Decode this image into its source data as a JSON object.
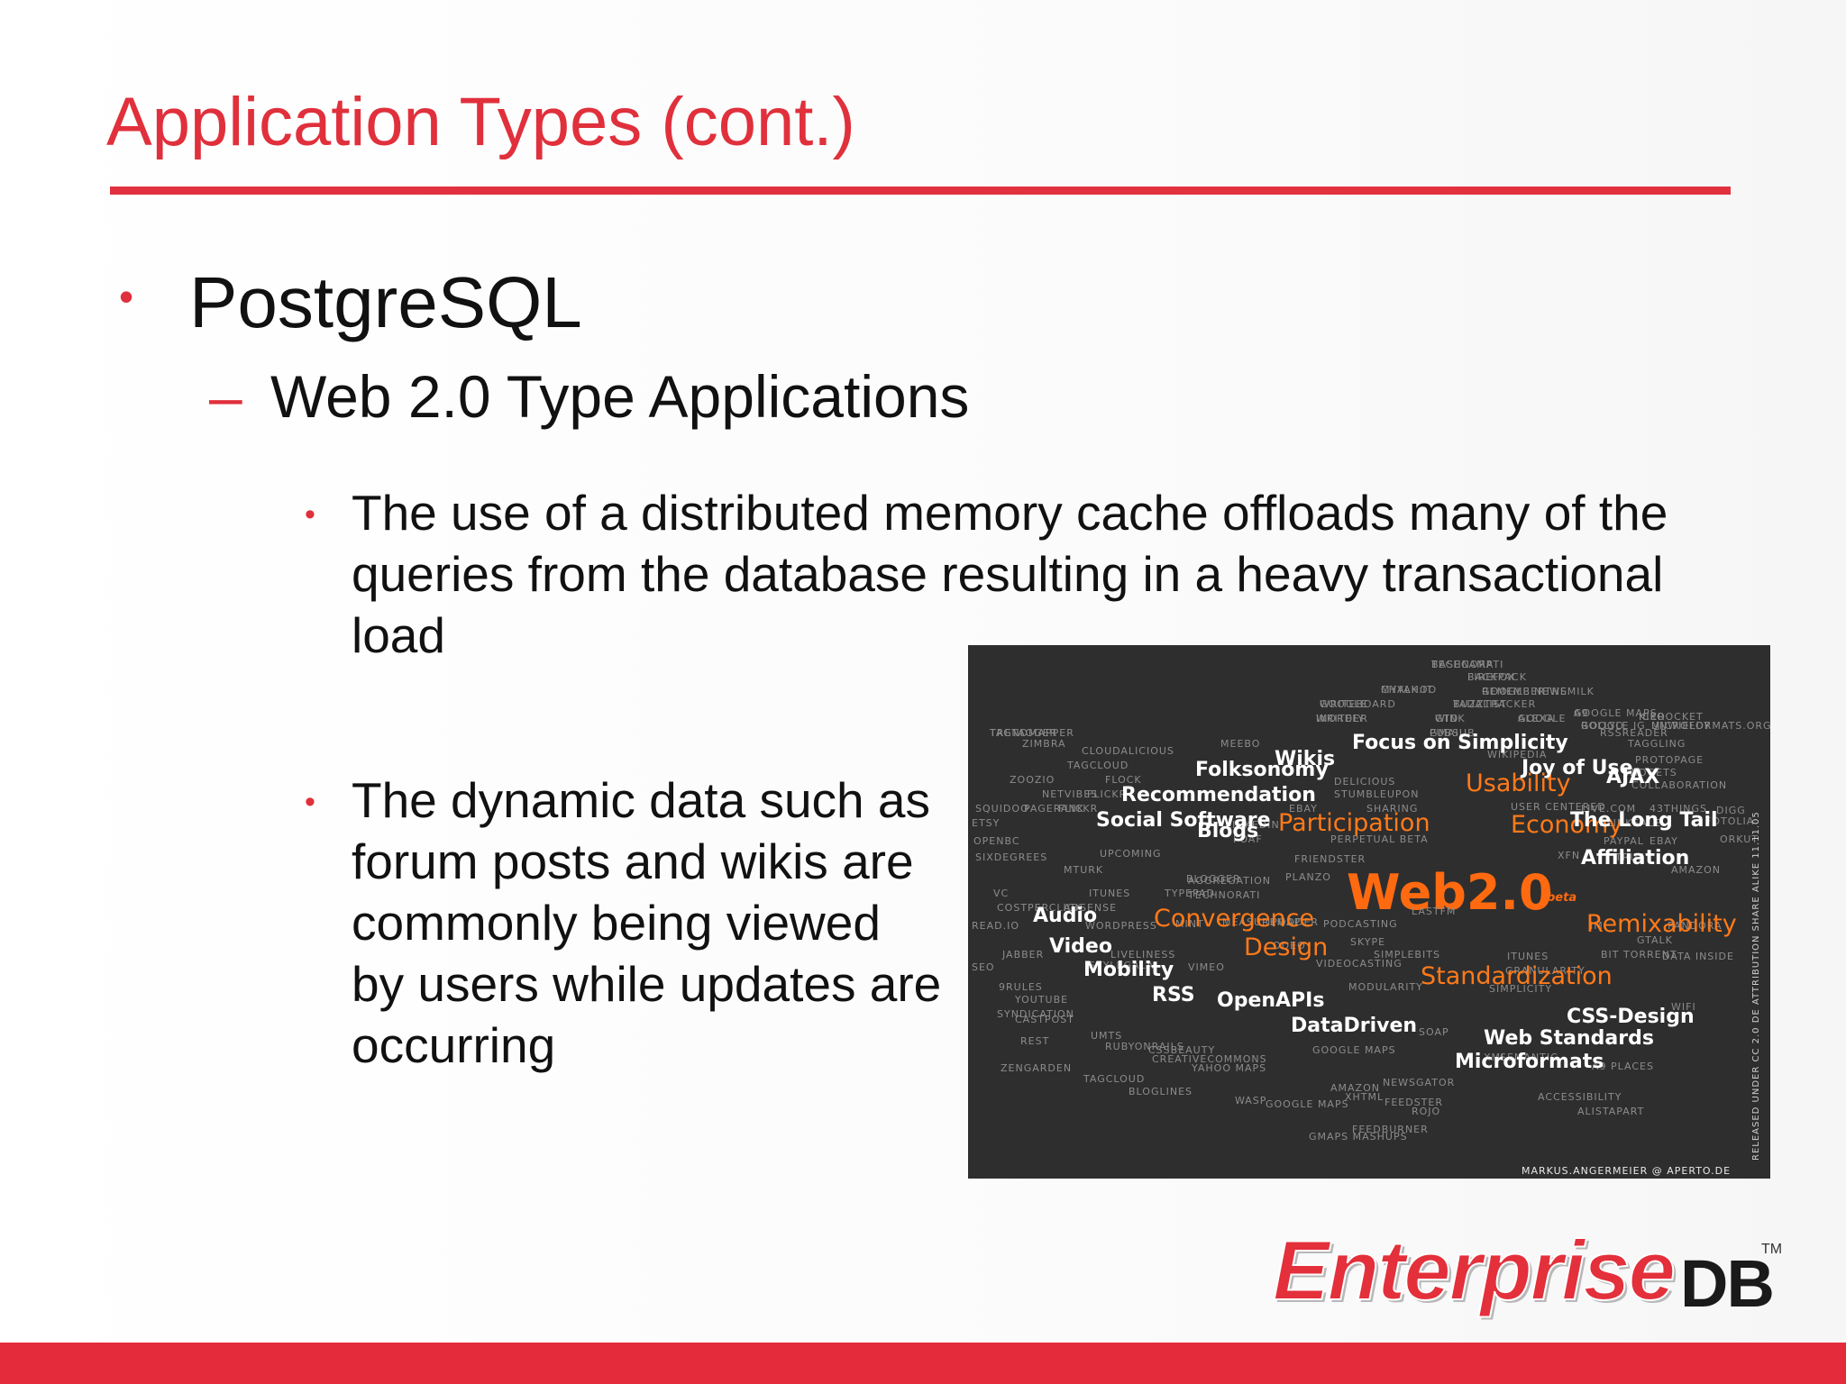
{
  "slide": {
    "title": "Application Types (cont.)",
    "bullet_1": "PostgreSQL",
    "bullet_2_marker": "–",
    "bullet_2": "Web 2.0 Type Applications",
    "bullet_3a": "The use of a distributed memory cache offloads many of the queries from the database resulting in a heavy transactional load",
    "bullet_3b": "The dynamic data such as forum posts and wikis are commonly being viewed by users while updates are occurring",
    "bullet_glyph": "•"
  },
  "cloud": {
    "words_large": [
      "Focus on Simplicity",
      "Wikis",
      "Joy of Use",
      "Folksonomy",
      "AJAX",
      "Recommendation",
      "Social Software",
      "The Long Tail",
      "Blogs",
      "Affiliation",
      "Audio",
      "Video",
      "Mobility",
      "RSS",
      "OpenAPIs",
      "DataDriven",
      "CSS-Design",
      "Web Standards",
      "Microformats"
    ],
    "words_orange": [
      "Usability",
      "Participation",
      "Economy",
      "Convergence",
      "Remixability",
      "Design",
      "Standardization"
    ],
    "center": "Web2.0",
    "center_tag": "beta",
    "words_small": [
      "BASECAMP",
      "BACKPACK",
      "CHALK.IT",
      "REMEMBERTHEMILK",
      "WRITEBOARD",
      "TADALIST",
      "GOOGLE MAPS",
      "KIKO",
      "WRITELY",
      "GTD",
      "GOOGLE",
      "GOOGLE IG",
      "UNWIELDY",
      "TAGTAGGER",
      "GMAIL",
      "RSSREADER",
      "ZIMBRA",
      "MEEBO",
      "TAGGLING",
      "CLOUDALICIOUS",
      "WIKIPEDIA",
      "PROTOPAGE",
      "TAGCLOUD",
      "WIDGETS",
      "ZOOZIO",
      "FLOCK",
      "DELICIOUS",
      "COLLABORATION",
      "NETVIBES",
      "STUMBLEUPON",
      "FLICKR",
      "SHARING",
      "LIVE.COM",
      "43THINGS",
      "DIGG",
      "SQUIDOO",
      "PAGERANK",
      "FLICKR",
      "EBAY",
      "USER CENTERED",
      "BLINKSALE",
      "FOTOLIA",
      "ETSY",
      "OPENBC",
      "LINKEDIN",
      "FOAF",
      "PERPETUAL BETA",
      "PAYPAL",
      "EBAY",
      "ORKUT",
      "SIXDEGREES",
      "UPCOMING",
      "FRIENDSTER",
      "XFN",
      "TRUST",
      "AMAZON",
      "MTURK",
      "PLANZO",
      "BLOGGER",
      "AGGREGATION",
      "VC",
      "ITUNES",
      "TYPEPAD",
      "TECHNORATI",
      "COSTPERCLICK",
      "ADSENSE",
      "LASTFM",
      "READ.IO",
      "WORDPRESS",
      "MINT",
      "MEASUREMAP",
      "IPODDER",
      "PODCASTING",
      "IM",
      "PANDORA",
      "ODEO",
      "SKYPE",
      "GTALK",
      "JABBER",
      "LIVELINESS",
      "SIMPLEBITS",
      "ITUNES",
      "BIT TORRENT",
      "DATA INSIDE",
      "SEO",
      "STYLEGALA",
      "VIMEO",
      "VIDEOCASTING",
      "GRANULARITY",
      "MODULARITY",
      "SIMPLICITY",
      "9RULES",
      "YOUTUBE",
      "WIFI",
      "SYNDICATION",
      "CASTPOST",
      "UMTS",
      "SOAP",
      "REST",
      "RUBYONRAILS",
      "CSSBEAUTY",
      "GOOGLE MAPS",
      "XML",
      "CREATIVECOMMONS",
      "A9 PLACES",
      "ZENGARDEN",
      "YAHOO MAPS",
      "TAGCLOUD",
      "SEMANTIC",
      "NEWSGATOR",
      "BLOGLINES",
      "AMAZON",
      "XHTML",
      "ACCESSIBILITY",
      "WASP",
      "FEEDSTER",
      "ROJO",
      "GOOGLE MAPS",
      "ALISTAPART",
      "FEEDBURNER",
      "GMAPS MASHUPS",
      "TECHNORATI",
      "FIREFOX",
      "MYYAHOO",
      "GOOGLE NEWS",
      "GOOGLE",
      "BUZZTRACKER",
      "A9",
      "ICEROCKET",
      "INORDER",
      "WINK",
      "ALEXA",
      "ROLLYO",
      "MICROFORMATS.ORG",
      "TRENDMAPPER",
      "PUBSUB"
    ],
    "credit": "MARKUS.ANGERMEIER @ APERTO.DE",
    "license": "RELEASED UNDER CC 2.0 DE ATTRIBUTION SHARE ALIKE 11.11.05"
  },
  "logo": {
    "wordmark_primary": "Enterprise",
    "wordmark_secondary": "DB",
    "trademark": "TM"
  },
  "colors": {
    "accent_red": "#e0303c",
    "text": "#111111",
    "cloud_bg": "#2e2e2e",
    "cloud_orange": "#ff7a1a"
  }
}
